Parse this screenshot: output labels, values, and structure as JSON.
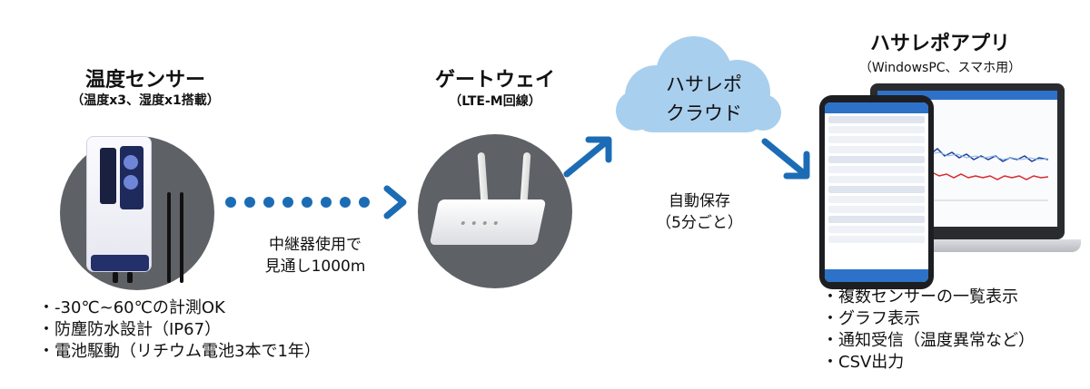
{
  "sensor": {
    "title": "温度センサー",
    "subtitle": "（温度x3、湿度x1搭載）",
    "features": [
      "・-30℃~60℃の計測OK",
      "・防塵防水設計（IP67）",
      "・電池駆動（リチウム電池3本で1年）"
    ]
  },
  "link": {
    "relay_line1": "中継器使用で",
    "relay_line2": "見通し1000m"
  },
  "gateway": {
    "title": "ゲートウェイ",
    "subtitle": "（LTE-M回線）"
  },
  "cloud": {
    "line1": "ハサレポ",
    "line2": "クラウド",
    "save_line1": "自動保存",
    "save_line2": "（5分ごと）"
  },
  "app": {
    "title": "ハサレポアプリ",
    "subtitle": "（WindowsPC、スマホ用）",
    "features": [
      "・複数センサーの一覧表示",
      "・グラフ表示",
      "・通知受信（温度異常など）",
      "・CSV出力"
    ]
  },
  "colors": {
    "arrow": "#1c6cb5",
    "cloud": "#a9cfee",
    "circle": "#5e6166"
  }
}
